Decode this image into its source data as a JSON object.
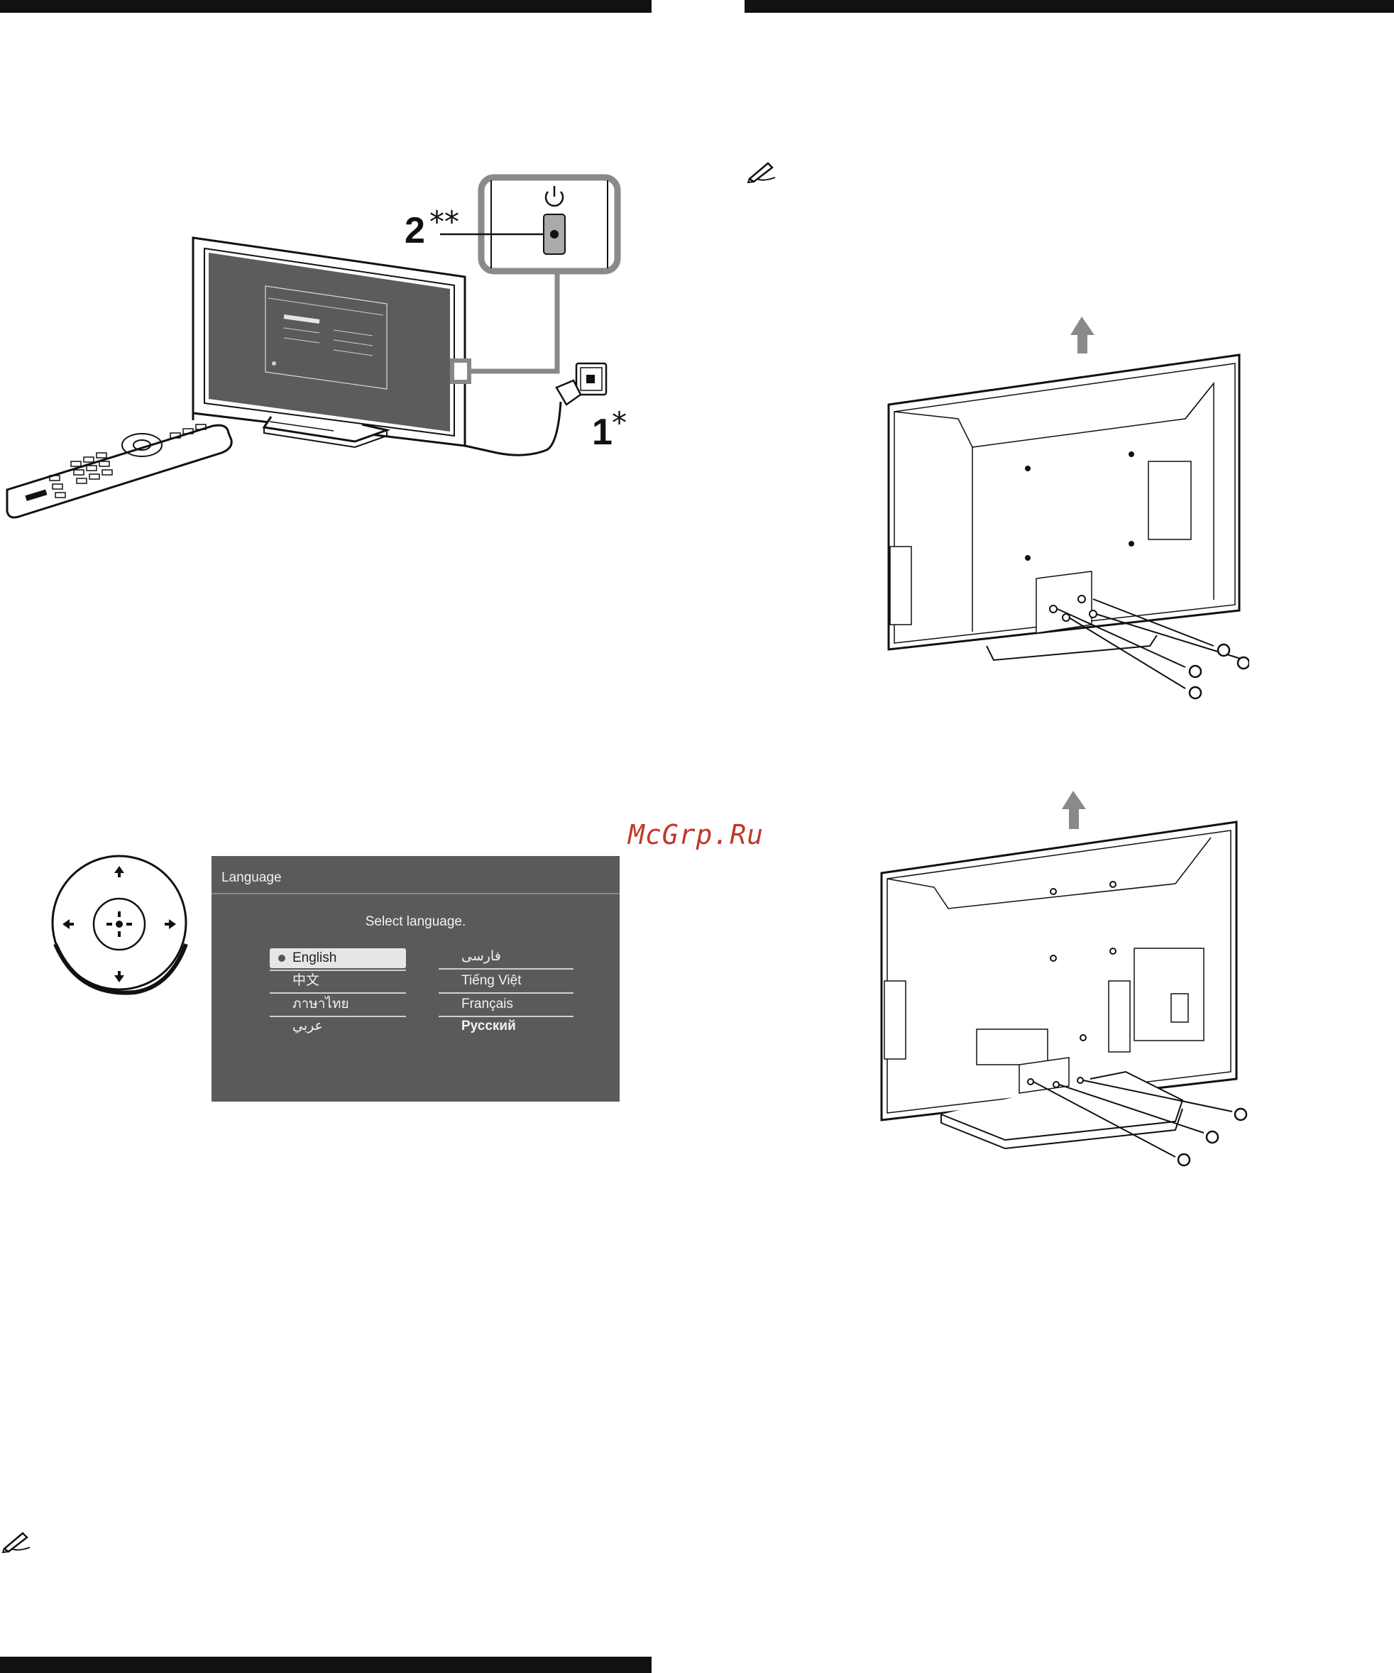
{
  "steps": {
    "power_step": "2",
    "power_mark": "**",
    "plug_step": "1",
    "plug_mark": "*"
  },
  "watermark": "McGrp.Ru",
  "language_menu": {
    "title": "Language",
    "heading": "Select language.",
    "left_options": [
      "English",
      "中文",
      "ภาษาไทย",
      "عربي"
    ],
    "right_options": [
      "فارسی",
      "Tiếng Việt",
      "Français",
      "Русский"
    ],
    "selected": "English"
  },
  "icons": [
    "power-icon",
    "pencil-note-icon",
    "up-arrow-icon",
    "dpad-icon"
  ]
}
